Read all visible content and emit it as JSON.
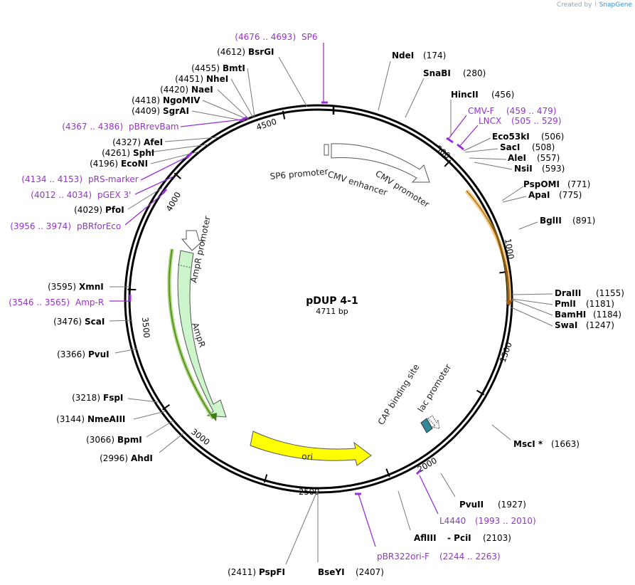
{
  "credit": {
    "created_by": "Created by",
    "brand": "SnapGene"
  },
  "plasmid": {
    "name": "pDUP 4-1",
    "length_label": "4711 bp",
    "total_bp": 4711
  },
  "ticks": [
    "500",
    "1000",
    "1500",
    "2000",
    "2500",
    "3000",
    "3500",
    "4000",
    "4500"
  ],
  "features": {
    "sp6_promoter": "SP6 promoter",
    "cmv_enhancer": "CMV enhancer",
    "cmv_promoter": "CMV promoter",
    "ampr_promoter": "AmpR promoter",
    "ampr": "AmpR",
    "cap_site": "CAP binding site",
    "lac_promoter": "lac promoter",
    "ori": "ori"
  },
  "sites": [
    {
      "name": "NdeI",
      "pos": "(174)"
    },
    {
      "name": "SnaBI",
      "pos": "(280)"
    },
    {
      "name": "HincII",
      "pos": "(456)"
    },
    {
      "name": "Eco53kI",
      "pos": "(506)"
    },
    {
      "name": "SacI",
      "pos": "(508)"
    },
    {
      "name": "AleI",
      "pos": "(557)"
    },
    {
      "name": "NsiI",
      "pos": "(593)"
    },
    {
      "name": "PspOMI",
      "pos": "(771)"
    },
    {
      "name": "ApaI",
      "pos": "(775)"
    },
    {
      "name": "BglII",
      "pos": "(891)"
    },
    {
      "name": "DraIII",
      "pos": "(1155)"
    },
    {
      "name": "PmlI",
      "pos": "(1181)"
    },
    {
      "name": "BamHI",
      "pos": "(1184)"
    },
    {
      "name": "SwaI",
      "pos": "(1247)"
    },
    {
      "name": "MscI *",
      "pos": "(1663)"
    },
    {
      "name": "PvuII",
      "pos": "(1927)"
    },
    {
      "name": "AflIII",
      "pos": ""
    },
    {
      "name": "- PciI",
      "pos": "(2103)"
    },
    {
      "name": "BseYI",
      "pos": "(2407)"
    },
    {
      "name": "PspFI",
      "pos": "(2411)"
    },
    {
      "name": "AhdI",
      "pos": "(2996)"
    },
    {
      "name": "BpmI",
      "pos": "(3066)"
    },
    {
      "name": "NmeAIII",
      "pos": "(3144)"
    },
    {
      "name": "FspI",
      "pos": "(3218)"
    },
    {
      "name": "PvuI",
      "pos": "(3366)"
    },
    {
      "name": "ScaI",
      "pos": "(3476)"
    },
    {
      "name": "XmnI",
      "pos": "(3595)"
    },
    {
      "name": "PfoI",
      "pos": "(4029)"
    },
    {
      "name": "EcoNI",
      "pos": "(4196)"
    },
    {
      "name": "SphI",
      "pos": "(4261)"
    },
    {
      "name": "AfeI",
      "pos": "(4327)"
    },
    {
      "name": "SgrAI",
      "pos": "(4409)"
    },
    {
      "name": "NgoMIV",
      "pos": "(4418)"
    },
    {
      "name": "NaeI",
      "pos": "(4420)"
    },
    {
      "name": "NheI",
      "pos": "(4451)"
    },
    {
      "name": "BmtI",
      "pos": "(4455)"
    },
    {
      "name": "BsrGI",
      "pos": "(4612)"
    }
  ],
  "primers": [
    {
      "range": "(4676 .. 4693)",
      "name": "SP6"
    },
    {
      "name": "CMV-F",
      "range": "(459 .. 479)"
    },
    {
      "name": "LNCX",
      "range": "(505 .. 529)"
    },
    {
      "name": "L4440",
      "range": "(1993 .. 2010)"
    },
    {
      "name": "pBR322ori-F",
      "range": "(2244 .. 2263)"
    },
    {
      "range": "(3546 .. 3565)",
      "name": "Amp-R"
    },
    {
      "range": "(3956 .. 3974)",
      "name": "pBRforEco"
    },
    {
      "range": "(4012 .. 4034)",
      "name": "pGEX 3'"
    },
    {
      "range": "(4134 .. 4153)",
      "name": "pRS-marker"
    },
    {
      "range": "(4367 .. 4386)",
      "name": "pBRrevBam"
    }
  ],
  "colors": {
    "backbone": "#000000",
    "primer": "#9a2fd4",
    "promoter_fill": "#ffffff",
    "ampr_fill": "#ccf5cc",
    "ampr_track": "#5a9e1e",
    "orf_track": "#e8a020",
    "ori_fill": "#ffff00",
    "cap_fill": "#2e8a9a"
  }
}
